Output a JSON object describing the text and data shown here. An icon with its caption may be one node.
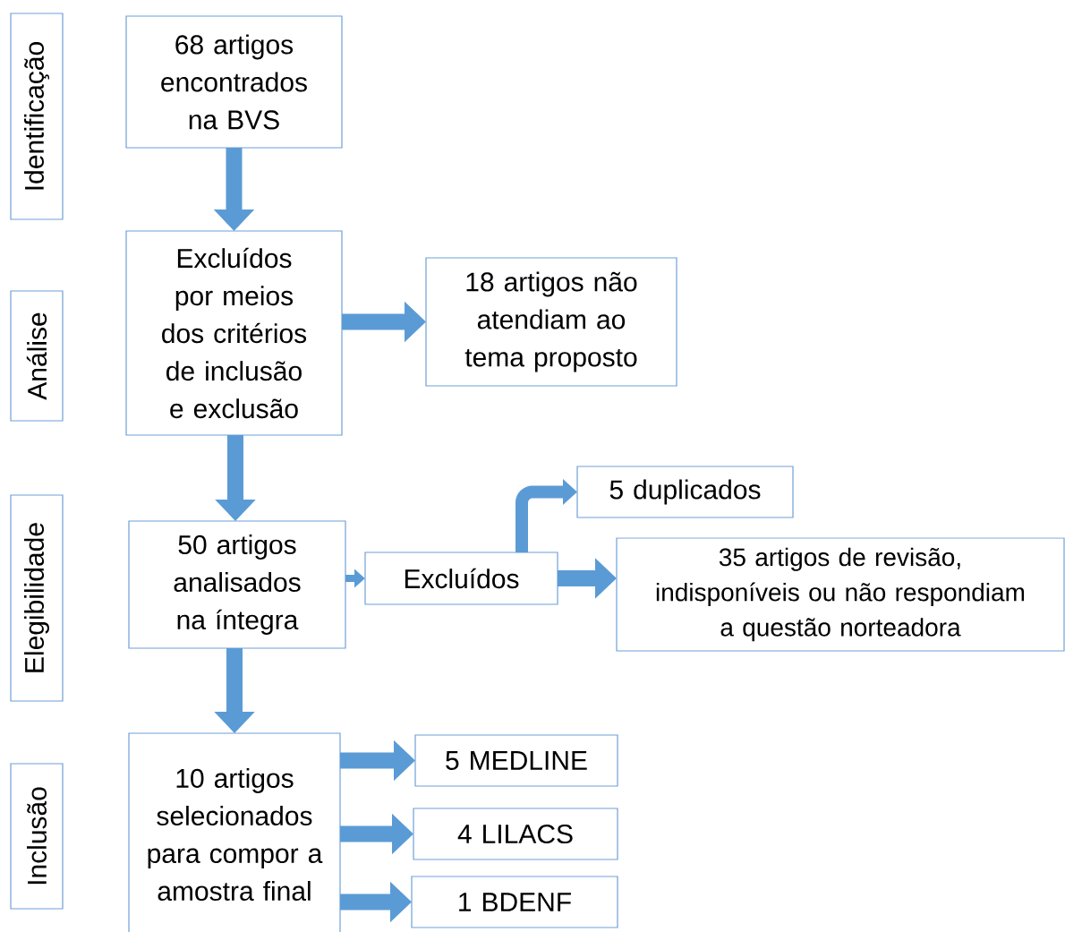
{
  "diagram": {
    "nodes": [
      {
        "text": [
          "Identificação"
        ]
      },
      {
        "text": [
          "Análise"
        ]
      },
      {
        "text": [
          "Elegibilidade"
        ]
      },
      {
        "text": [
          "Inclusão"
        ]
      },
      {
        "text": [
          "68 artigos encontrados na BVS"
        ]
      },
      {
        "text": [
          "Excluídos por meios dos critérios de inclusão e exclusão"
        ]
      },
      {
        "text": [
          "18 artigos não atendiam ao tema proposto"
        ]
      },
      {
        "text": [
          "50 artigos analisados na íntegra"
        ]
      },
      {
        "text": [
          "Excluídos"
        ]
      },
      {
        "text": [
          "5 duplicados"
        ]
      },
      {
        "text": [
          "35 artigos de revisão, indisponíveis ou não respondiam a questão norteadora"
        ]
      },
      {
        "text": [
          "10 artigos selecionados para compor a amostra final"
        ]
      },
      {
        "text": [
          "5 MEDLINE"
        ]
      },
      {
        "text": [
          "4 LILACS"
        ]
      },
      {
        "text": [
          "1 BDENF"
        ]
      }
    ],
    "edges": [
      {
        "from": 4,
        "to": 5,
        "arrow": "to"
      },
      {
        "from": 5,
        "to": 6,
        "arrow": "to"
      },
      {
        "from": 5,
        "to": 7,
        "arrow": "to"
      },
      {
        "from": 7,
        "to": 8,
        "arrow": "to"
      },
      {
        "from": 8,
        "to": 9,
        "arrow": "to"
      },
      {
        "from": 8,
        "to": 10,
        "arrow": "to"
      },
      {
        "from": 7,
        "to": 11,
        "arrow": "to"
      },
      {
        "from": 11,
        "to": 12,
        "arrow": "to"
      },
      {
        "from": 11,
        "to": 13,
        "arrow": "to"
      },
      {
        "from": 11,
        "to": 14,
        "arrow": "to"
      }
    ]
  }
}
